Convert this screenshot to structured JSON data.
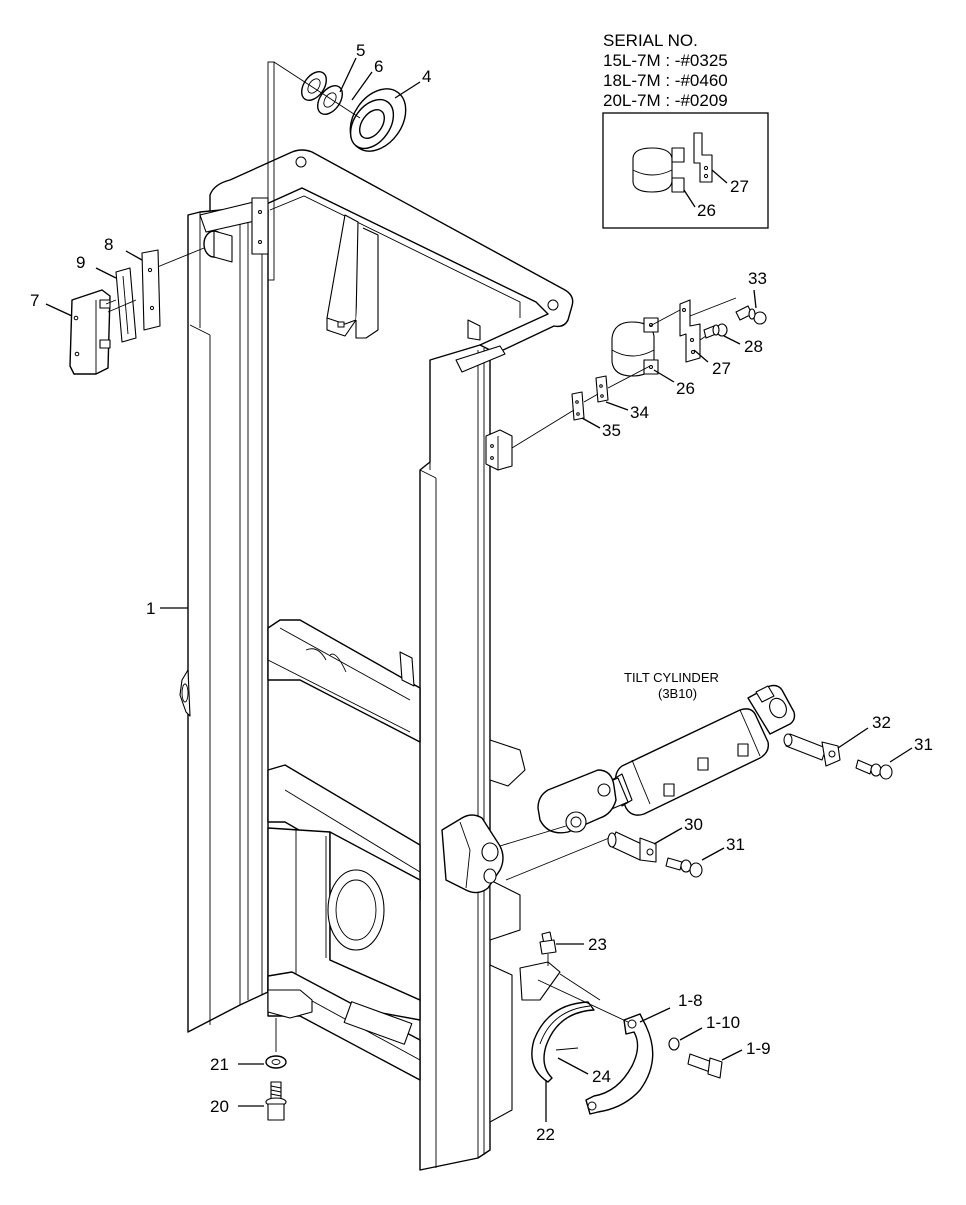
{
  "serial": {
    "heading": "SERIAL NO.",
    "lines": [
      "15L-7M : -#0325",
      "18L-7M : -#0460",
      "20L-7M : -#0209"
    ]
  },
  "tilt_cylinder": {
    "title": "TILT CYLINDER",
    "code": "(3B10)"
  },
  "callouts": {
    "p1": "1",
    "p4": "4",
    "p5": "5",
    "p6": "6",
    "p7": "7",
    "p8": "8",
    "p9": "9",
    "p20": "20",
    "p21": "21",
    "p22": "22",
    "p23": "23",
    "p24": "24",
    "p26_inset": "26",
    "p27_inset": "27",
    "p26": "26",
    "p27": "27",
    "p28": "28",
    "p30": "30",
    "p31a": "31",
    "p31b": "31",
    "p32": "32",
    "p33": "33",
    "p34": "34",
    "p35": "35",
    "p1_8": "1-8",
    "p1_9": "1-9",
    "p1_10": "1-10"
  }
}
